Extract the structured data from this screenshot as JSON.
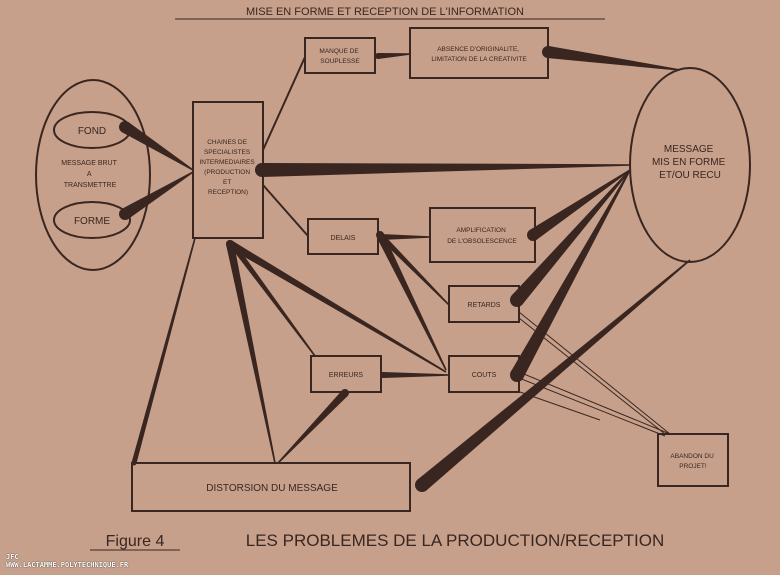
{
  "title": "MISE EN FORME ET RECEPTION DE L'INFORMATION",
  "nodes": {
    "message_brut": {
      "label_lines": [
        "MESSAGE BRUT",
        "A",
        "TRANSMETTRE"
      ]
    },
    "fond": {
      "label": "FOND"
    },
    "forme": {
      "label": "FORME"
    },
    "chaines": {
      "label_lines": [
        "CHAINES DE",
        "SPECIALISTES",
        "INTERMEDIAIRES",
        "(PRODUCTION",
        "ET",
        "RECEPTION)"
      ]
    },
    "manque": {
      "label_lines": [
        "MANQUE DE",
        "SOUPLESSE"
      ]
    },
    "absence": {
      "label_lines": [
        "ABSENCE D'ORIGINALITE,",
        "LIMITATION DE LA CREATIVITE"
      ]
    },
    "message": {
      "label_lines": [
        "MESSAGE",
        "MIS EN FORME",
        "ET/OU RECU"
      ]
    },
    "delais": {
      "label": "DELAIS"
    },
    "amplification": {
      "label_lines": [
        "AMPLIFICATION",
        "DE L'OBSOLESCENCE"
      ]
    },
    "retards": {
      "label": "RETARDS"
    },
    "erreurs": {
      "label": "ERREURS"
    },
    "couts": {
      "label": "COUTS"
    },
    "abandon": {
      "label_lines": [
        "ABANDON DU",
        "PROJET!"
      ]
    },
    "distorsion": {
      "label": "DISTORSION DU MESSAGE"
    }
  },
  "caption": {
    "figure": "Figure 4",
    "text": "LES PROBLEMES DE LA PRODUCTION/RECEPTION"
  },
  "watermark": {
    "line1": "JFC",
    "line2": "WWW.LACTAMME.POLYTECHNIQUE.FR"
  },
  "colors": {
    "background": "#c6a08b",
    "ink": "#3a2620"
  }
}
